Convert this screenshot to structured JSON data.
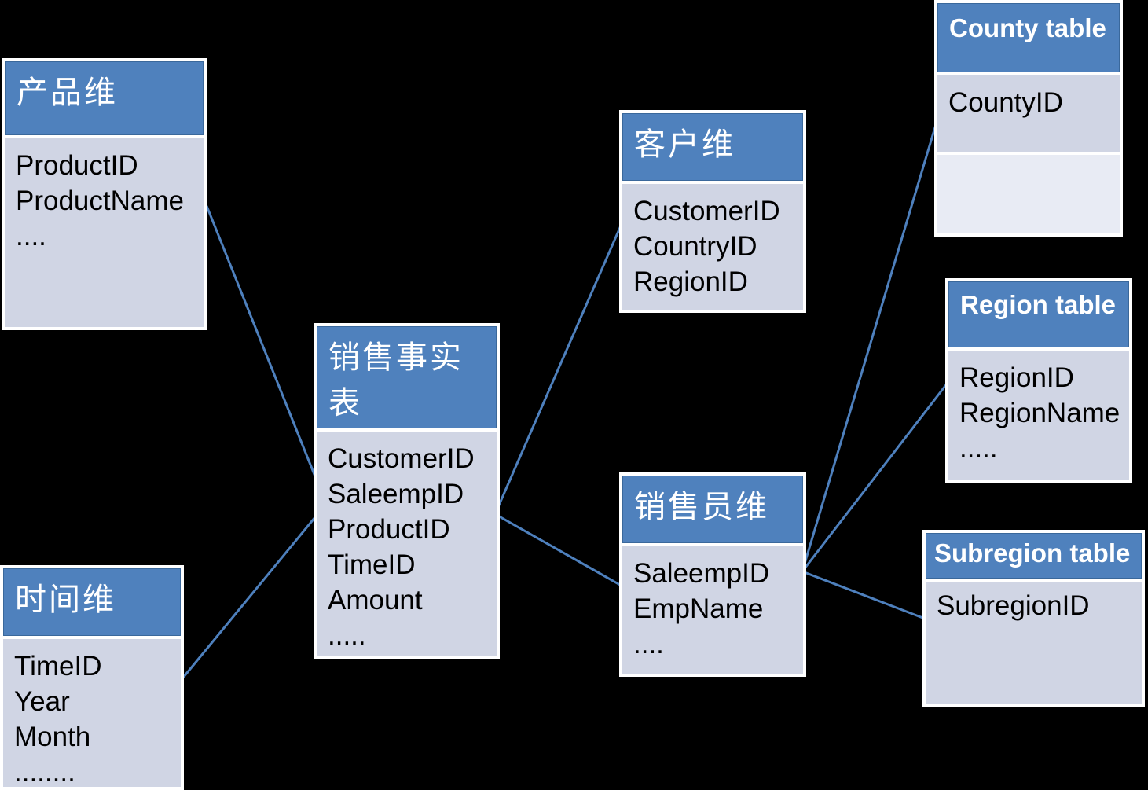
{
  "diagram": {
    "type": "star-schema-er-diagram",
    "background": "#000000"
  },
  "colors": {
    "background": "#000000",
    "header_bg": "#4F81BD",
    "header_edge": "#3A689B",
    "body_bg": "#D0D5E4",
    "body_bg_light": "#E8EBF4",
    "table_border": "#FFFFFF",
    "connector": "#4E80BD",
    "header_text": "#FFFFFF",
    "body_text": "#000000"
  },
  "tables": [
    {
      "id": "product-dim",
      "title": "产品维",
      "fields": [
        "ProductID",
        "ProductName",
        "...."
      ]
    },
    {
      "id": "customer-dim",
      "title": "客户维",
      "fields": [
        "CustomerID",
        "CountryID",
        "RegionID"
      ]
    },
    {
      "id": "county-table",
      "title": "County table",
      "fields": [
        "CountyID"
      ]
    },
    {
      "id": "fact-table",
      "title": "销售事实表",
      "fields": [
        "CustomerID",
        "SaleempID",
        "ProductID",
        "TimeID",
        "Amount",
        "....."
      ]
    },
    {
      "id": "region-table",
      "title": "Region table",
      "fields": [
        "RegionID",
        "RegionName",
        "....."
      ]
    },
    {
      "id": "salesemp-dim",
      "title": "销售员维",
      "fields": [
        "SaleempID",
        "EmpName",
        "...."
      ]
    },
    {
      "id": "subregion-table",
      "title": "Subregion table",
      "fields": [
        "SubregionID"
      ]
    },
    {
      "id": "time-dim",
      "title": "时间维",
      "fields": [
        "TimeID",
        "Year",
        "Month",
        "........"
      ]
    }
  ],
  "connections": [
    {
      "from": "产品维",
      "to": "销售事实表"
    },
    {
      "from": "时间维",
      "to": "销售事实表"
    },
    {
      "from": "销售事实表",
      "to": "客户维"
    },
    {
      "from": "销售事实表",
      "to": "销售员维"
    },
    {
      "from": "销售员维",
      "to": "County table"
    },
    {
      "from": "销售员维",
      "to": "Region table"
    },
    {
      "from": "销售员维",
      "to": "Subregion table"
    }
  ]
}
